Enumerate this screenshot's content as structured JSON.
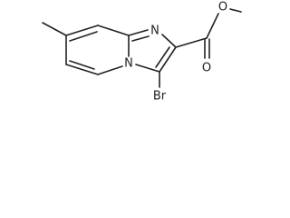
{
  "molecule": {
    "atoms": {
      "n_imidazole": "N",
      "n_bridgehead": "N",
      "bromine": "Br",
      "carbonyl_oxygen": "O",
      "ester_oxygen": "O"
    }
  }
}
